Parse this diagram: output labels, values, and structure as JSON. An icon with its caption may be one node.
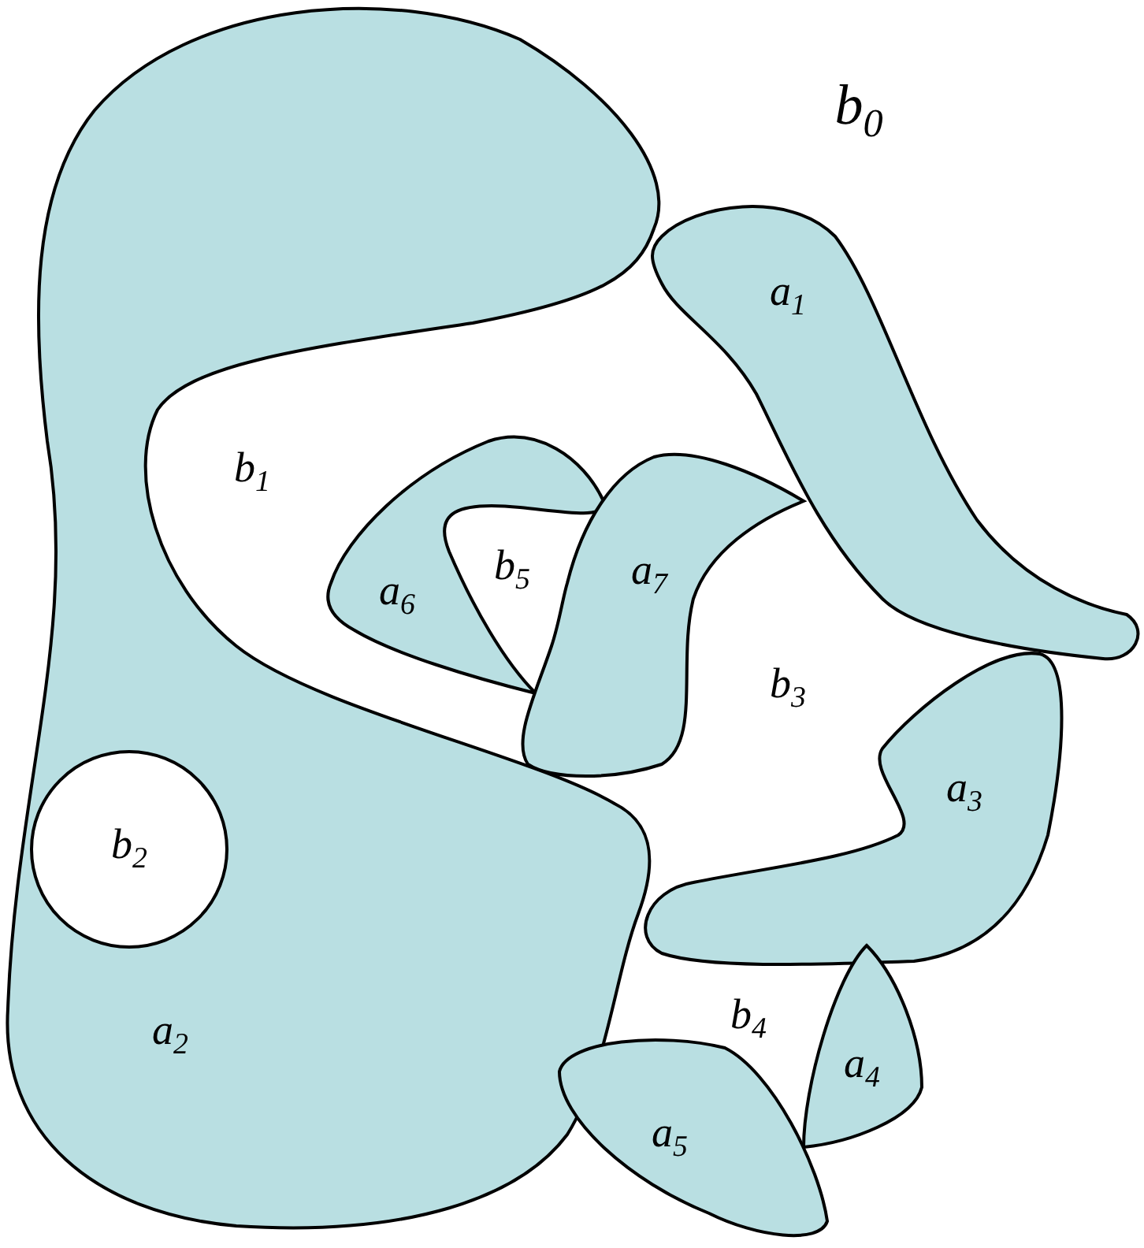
{
  "diagram": {
    "nodes": [
      {
        "text": [
          "a$_{1}$"
        ]
      },
      {
        "text": [
          "a$_{6}$"
        ]
      },
      {
        "text": [
          "a$_{7}$"
        ]
      },
      {
        "text": [
          "a$_{3}$"
        ]
      },
      {
        "text": [
          "a$_{2}$"
        ]
      },
      {
        "text": [
          "b$_{2}$"
        ],
        "in": 4
      },
      {
        "text": [
          "a$_{4}$"
        ]
      },
      {
        "text": [
          "a$_{5}$"
        ]
      }
    ],
    "labels": [
      "b$_{0}$",
      "b$_{1}$",
      "b$_{5}$",
      "b$_{3}$",
      "b$_{4}$"
    ]
  }
}
